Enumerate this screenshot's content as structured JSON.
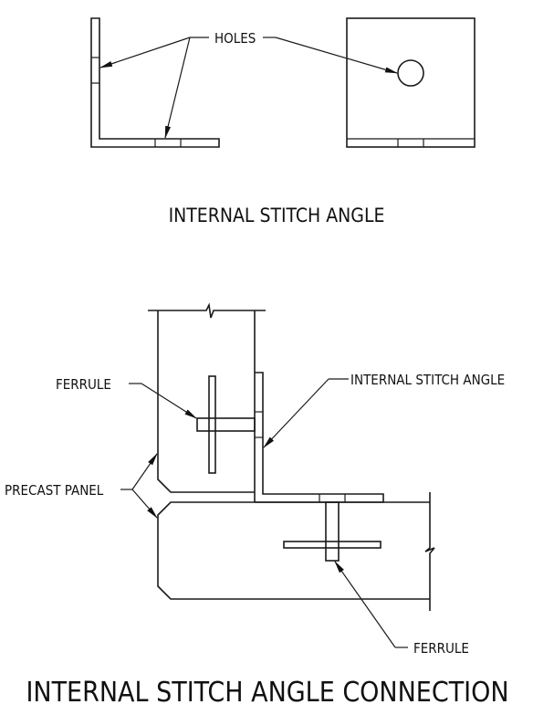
{
  "top_view": {
    "callout_label": "HOLES",
    "title": "INTERNAL STITCH ANGLE"
  },
  "bottom_view": {
    "labels": {
      "ferrule_upper": "FERRULE",
      "internal_stitch_angle": "INTERNAL STITCH ANGLE",
      "precast_panel": "PRECAST PANEL",
      "ferrule_lower": "FERRULE"
    },
    "title": "INTERNAL STITCH ANGLE CONNECTION"
  },
  "colors": {
    "line": "#1a1a1a",
    "background": "#ffffff"
  }
}
